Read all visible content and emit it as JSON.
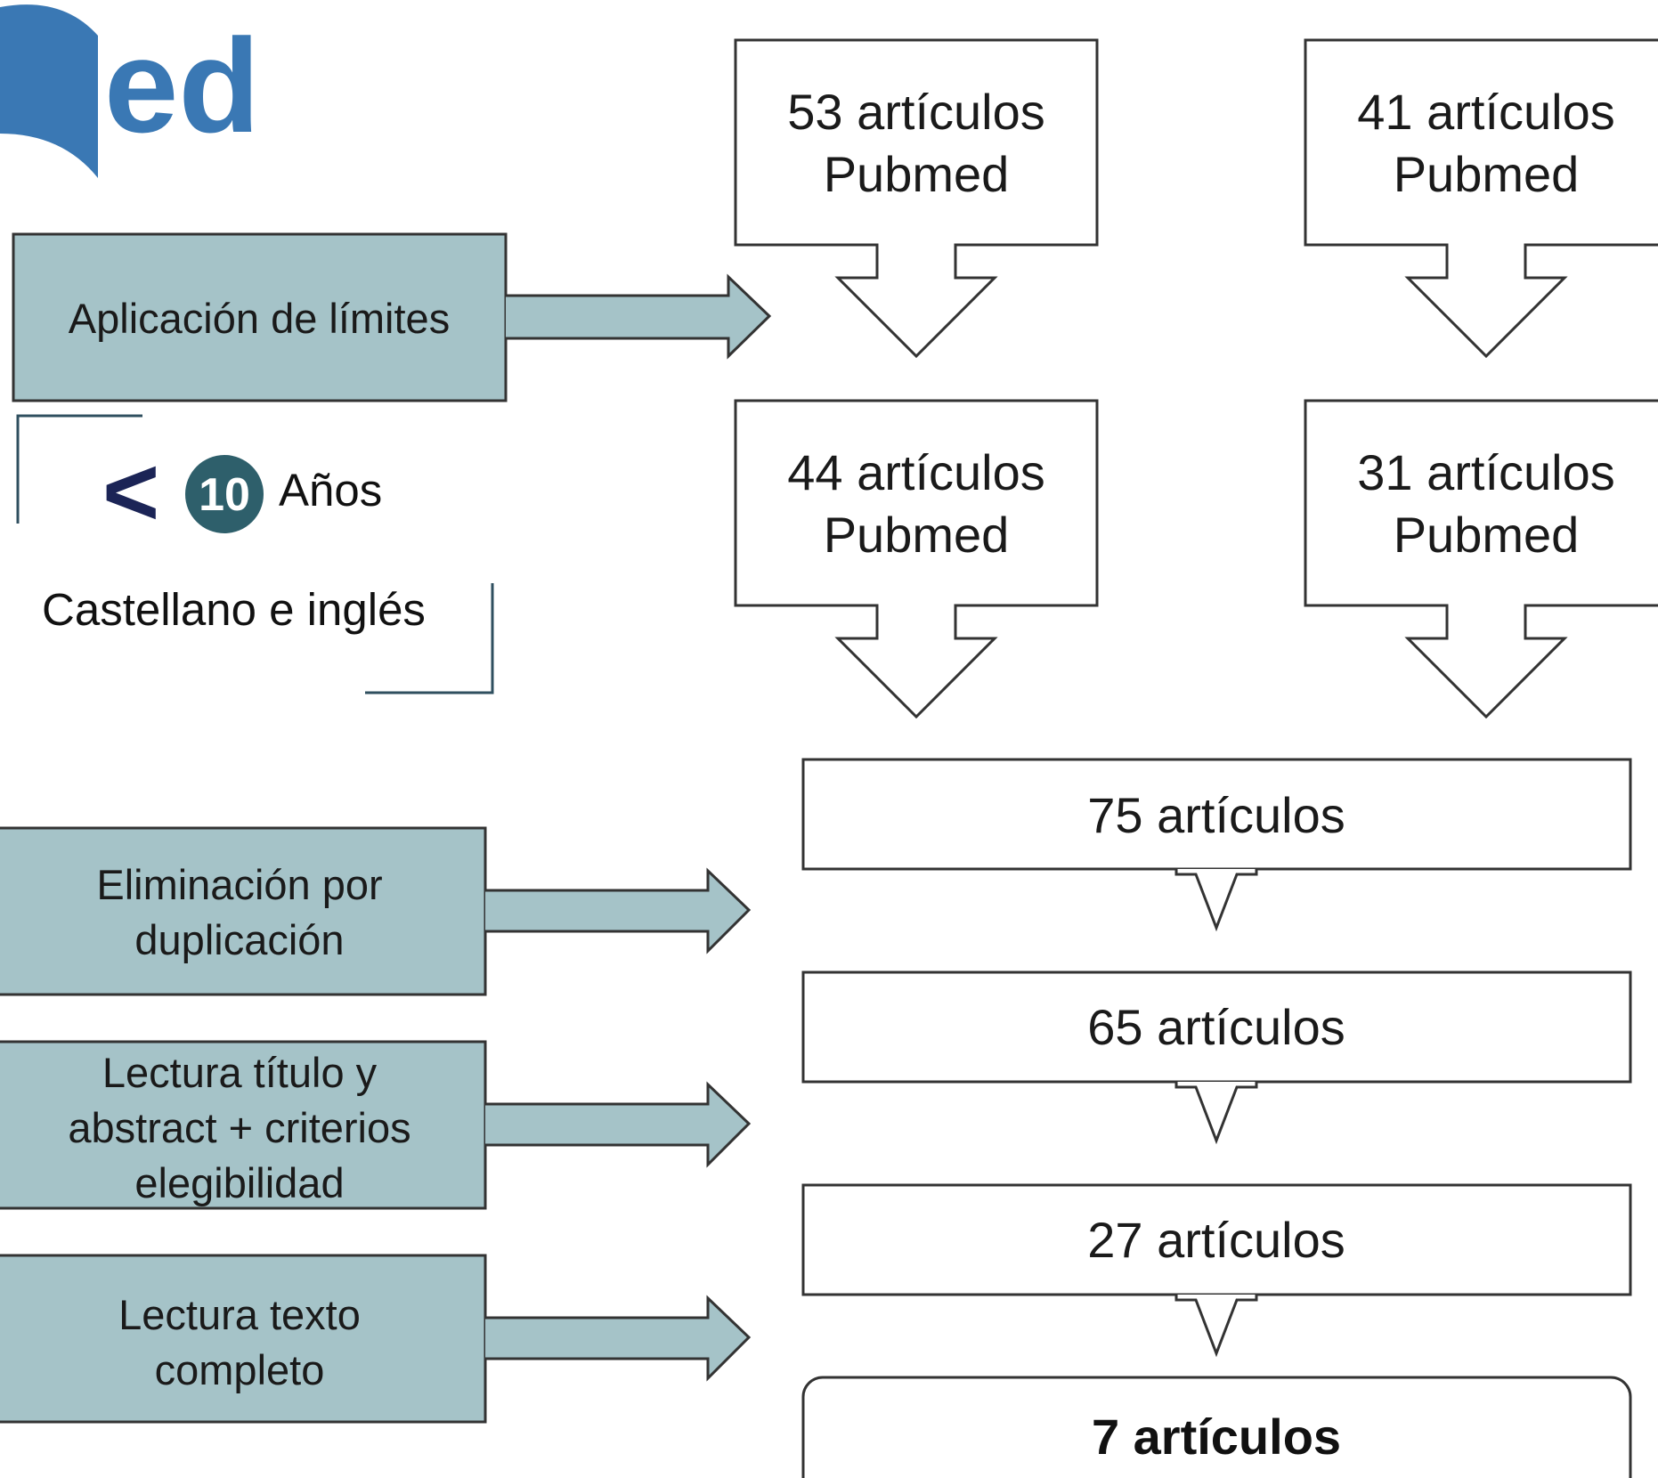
{
  "logo": {
    "text": "Med"
  },
  "source_boxes": [
    {
      "line1": "53 artículos",
      "line2": "Pubmed"
    },
    {
      "line1": "41 artículos",
      "line2": "Pubmed"
    },
    {
      "line1": "44 artículos",
      "line2": "Pubmed"
    },
    {
      "line1": "31 artículos",
      "line2": "Pubmed"
    }
  ],
  "steps": [
    {
      "lines": [
        "Aplicación de límites"
      ]
    },
    {
      "lines": [
        "Eliminación por",
        "duplicación"
      ]
    },
    {
      "lines": [
        "Lectura título y",
        "abstract + criterios",
        "elegibilidad"
      ]
    },
    {
      "lines": [
        "Lectura texto",
        "completo"
      ]
    }
  ],
  "limits": {
    "less_than": "<",
    "years_number": "10",
    "years_label": "Años",
    "language": "Castellano e inglés"
  },
  "results": [
    {
      "label": "75 artículos"
    },
    {
      "label": "65 artículos"
    },
    {
      "label": "27 artículos"
    },
    {
      "label": "7 artículos"
    }
  ],
  "colors": {
    "step_fill": "#a5c3c8",
    "logo_blue": "#3a78b4",
    "badge_teal": "#2e5f6b",
    "less_than_navy": "#1b2456"
  }
}
